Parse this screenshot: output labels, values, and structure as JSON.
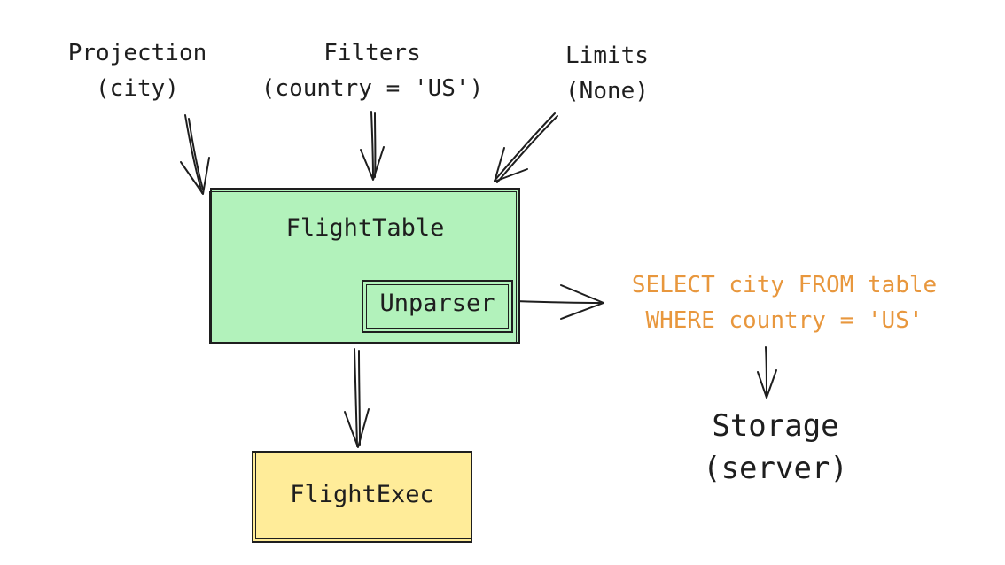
{
  "inputs": {
    "projection": {
      "line1": "Projection",
      "line2": "(city)"
    },
    "filters": {
      "line1": "Filters",
      "line2": "(country = 'US')"
    },
    "limits": {
      "line1": "Limits",
      "line2": "(None)"
    }
  },
  "nodes": {
    "flight_table": "FlightTable",
    "unparser": "Unparser",
    "flight_exec": "FlightExec"
  },
  "sql": {
    "line1": "SELECT city FROM table",
    "line2": "WHERE country = 'US'"
  },
  "storage": {
    "line1": "Storage",
    "line2": "(server)"
  },
  "colors": {
    "flight_table_fill": "#b2f2bb",
    "flight_exec_fill": "#ffec99",
    "sql_text": "#e8973d",
    "stroke": "#1e1e1e"
  }
}
